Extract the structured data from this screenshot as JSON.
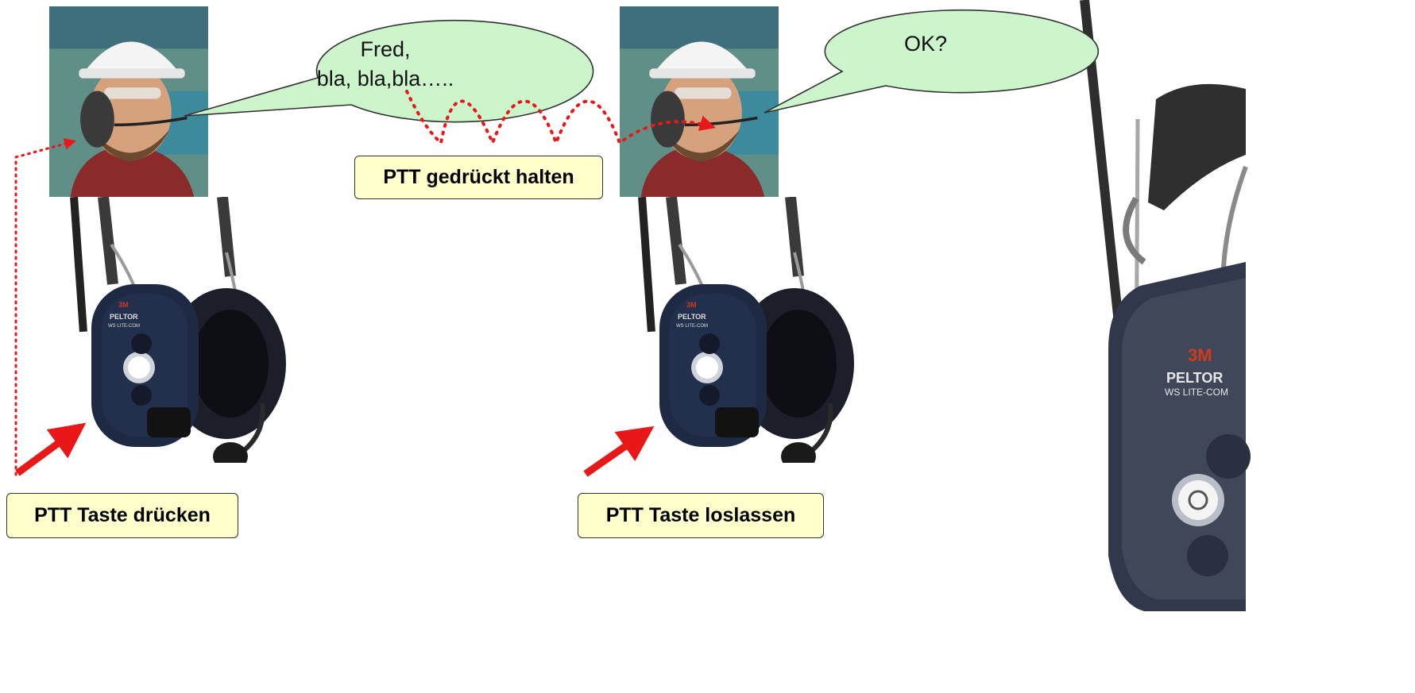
{
  "speech_bubble_left": {
    "line1": "Fred,",
    "line2": "bla, bla,bla….."
  },
  "speech_bubble_right": {
    "text": "OK?"
  },
  "labels": {
    "press": "PTT Taste drücken",
    "hold": "PTT gedrückt halten",
    "release": "PTT Taste loslassen"
  },
  "headset_branding": {
    "brand": "3M",
    "product": "PELTOR",
    "model": "WS LITE-COM"
  },
  "colors": {
    "bubble_fill": "#ccf5cc",
    "label_fill": "#ffffcc",
    "arrow": "#e81818",
    "headset": "#1e2a44",
    "photo_bg": "#5f8f86"
  }
}
